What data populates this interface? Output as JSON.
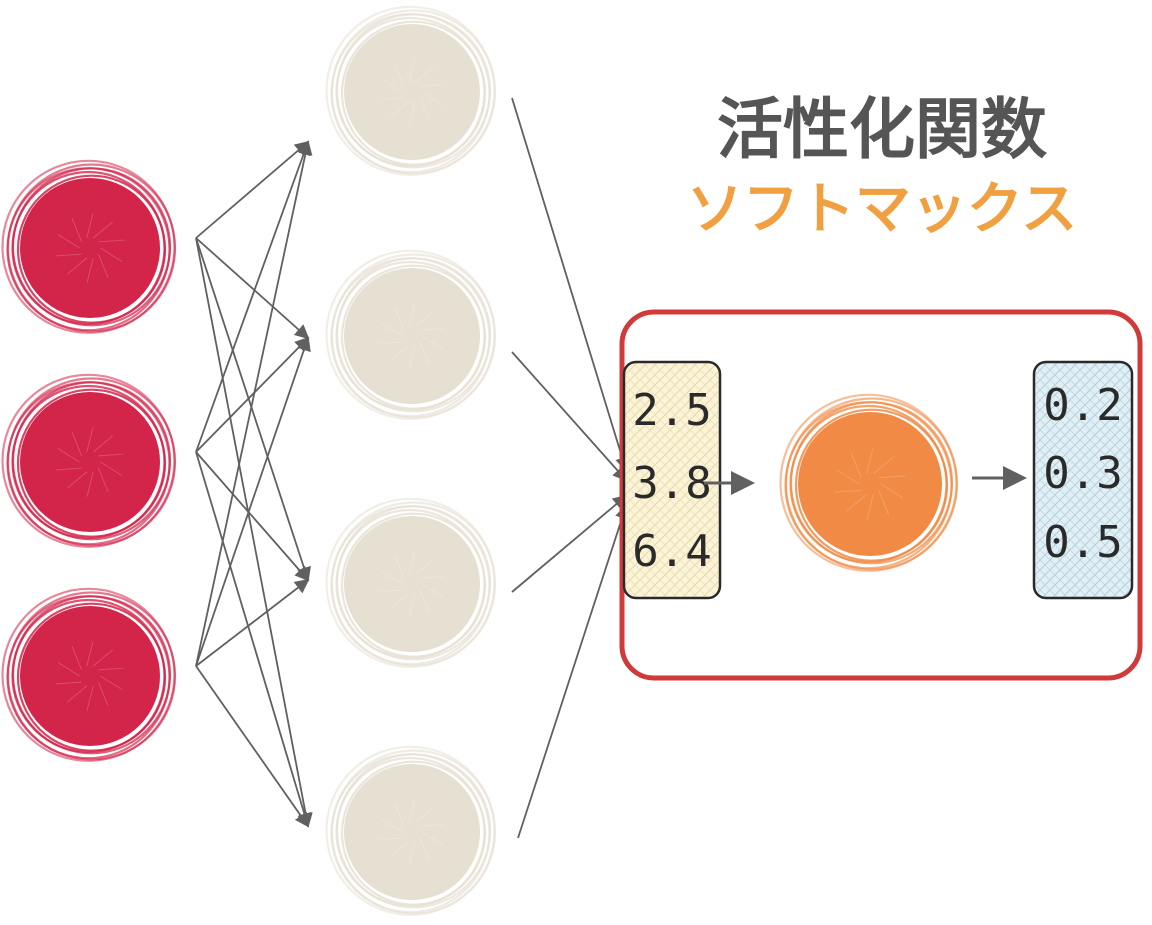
{
  "title": "活性化関数",
  "subtitle": "ソフトマックス",
  "input_values": [
    "2.5",
    "3.8",
    "6.4"
  ],
  "output_values": [
    "0.2",
    "0.3",
    "0.5"
  ],
  "colors": {
    "input_node": "#d3244a",
    "hidden_node": "#e6e0d3",
    "activation_node": "#f08a45",
    "frame": "#d03a3a",
    "input_box_fill": "#fbf4d8",
    "output_box_fill": "#dcecf3",
    "arrow": "#606060",
    "title": "#555555",
    "subtitle": "#f0a040"
  }
}
